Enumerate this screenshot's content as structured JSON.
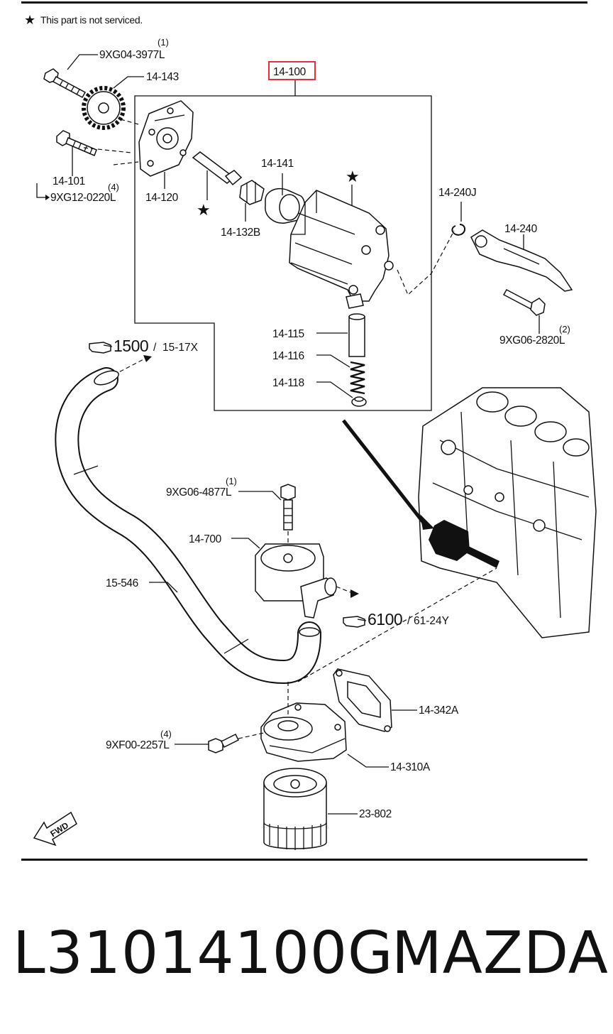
{
  "note": {
    "star": "★",
    "text": "This part is not serviced."
  },
  "highlight": {
    "label": "14-100",
    "color": "#e0303a"
  },
  "parts": {
    "p9XG04_3977L": {
      "label": "9XG04-3977L",
      "qty": "(1)"
    },
    "p14_143": {
      "label": "14-143"
    },
    "p14_101": {
      "label": "14-101"
    },
    "p9XG12_0220L": {
      "label": "9XG12-0220L",
      "qty": "(4)"
    },
    "p14_120": {
      "label": "14-120"
    },
    "p14_141": {
      "label": "14-141"
    },
    "p14_132B": {
      "label": "14-132B"
    },
    "p14_240J": {
      "label": "14-240J"
    },
    "p14_240": {
      "label": "14-240"
    },
    "p9XG06_2820L": {
      "label": "9XG06-2820L",
      "qty": "(2)"
    },
    "p14_115": {
      "label": "14-115"
    },
    "p14_116": {
      "label": "14-116"
    },
    "p14_118": {
      "label": "14-118"
    },
    "p9XG06_4877L": {
      "label": "9XG06-4877L",
      "qty": "(1)"
    },
    "p14_700": {
      "label": "14-700"
    },
    "p15_546": {
      "label": "15-546"
    },
    "p14_342A": {
      "label": "14-342A"
    },
    "p9XF00_2257L": {
      "label": "9XF00-2257L",
      "qty": "(4)"
    },
    "p14_310A": {
      "label": "14-310A"
    },
    "p23_802": {
      "label": "23-802"
    }
  },
  "refs": {
    "r1500": {
      "big": "1500",
      "small": "15-17X"
    },
    "r6100": {
      "big": "6100",
      "small": "61-24Y"
    }
  },
  "fwd": "FWD",
  "footer": {
    "part_number": "L31014100G",
    "brand": "MAZDA"
  }
}
